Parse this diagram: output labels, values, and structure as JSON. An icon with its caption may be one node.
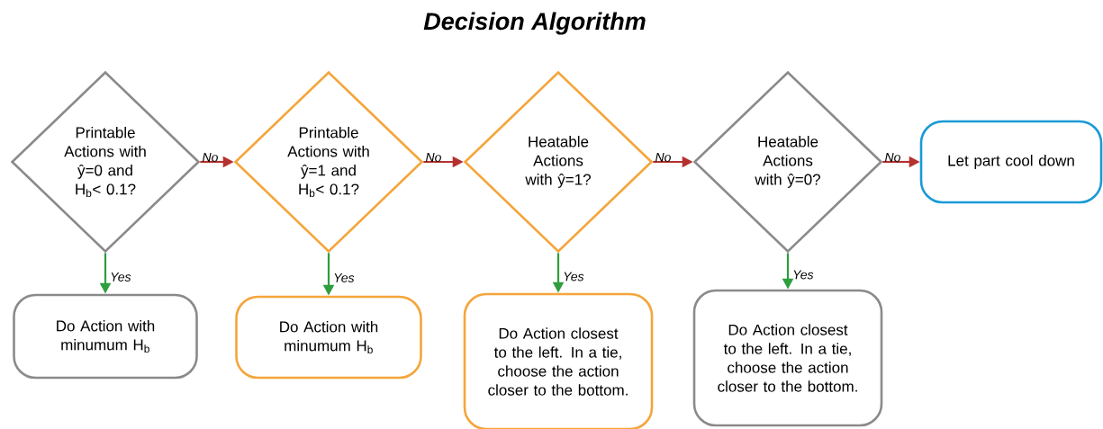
{
  "diagram": {
    "title": "Decision Algorithm",
    "nodes": [
      {
        "text": [
          "Printable Actions with ŷ=0 and H$_{b}$< 0.1?"
        ]
      },
      {
        "text": [
          "Printable Actions with ŷ=1 and H$_{b}$< 0.1?"
        ]
      },
      {
        "text": [
          "Heatable Actions with ŷ=1?"
        ]
      },
      {
        "text": [
          "Heatable Actions with ŷ=0?"
        ]
      },
      {
        "text": [
          "Let part cool down"
        ]
      },
      {
        "text": [
          "Do Action with minumum H$_{b}$"
        ]
      },
      {
        "text": [
          "Do Action with minumum H$_{b}$"
        ]
      },
      {
        "text": [
          "Do Action closest to the left. In a tie, choose the action closer to the bottom."
        ]
      },
      {
        "text": [
          "Do Action closest to the left. In a tie, choose the action closer to the bottom."
        ]
      }
    ],
    "edges": [
      {
        "from": 0,
        "to": 1,
        "arrow": "to",
        "label": "No",
        "color": "#b5312f"
      },
      {
        "from": 1,
        "to": 2,
        "arrow": "to",
        "label": "No",
        "color": "#b5312f"
      },
      {
        "from": 2,
        "to": 3,
        "arrow": "to",
        "label": "No",
        "color": "#b5312f"
      },
      {
        "from": 3,
        "to": 4,
        "arrow": "to",
        "label": "No",
        "color": "#b5312f"
      },
      {
        "from": 0,
        "to": 5,
        "arrow": "to",
        "label": "Yes",
        "color": "#2e9e3e"
      },
      {
        "from": 1,
        "to": 6,
        "arrow": "to",
        "label": "Yes",
        "color": "#2e9e3e"
      },
      {
        "from": 2,
        "to": 7,
        "arrow": "to",
        "label": "Yes",
        "color": "#2e9e3e"
      },
      {
        "from": 3,
        "to": 8,
        "arrow": "to",
        "label": "Yes",
        "color": "#2e9e3e"
      }
    ]
  }
}
